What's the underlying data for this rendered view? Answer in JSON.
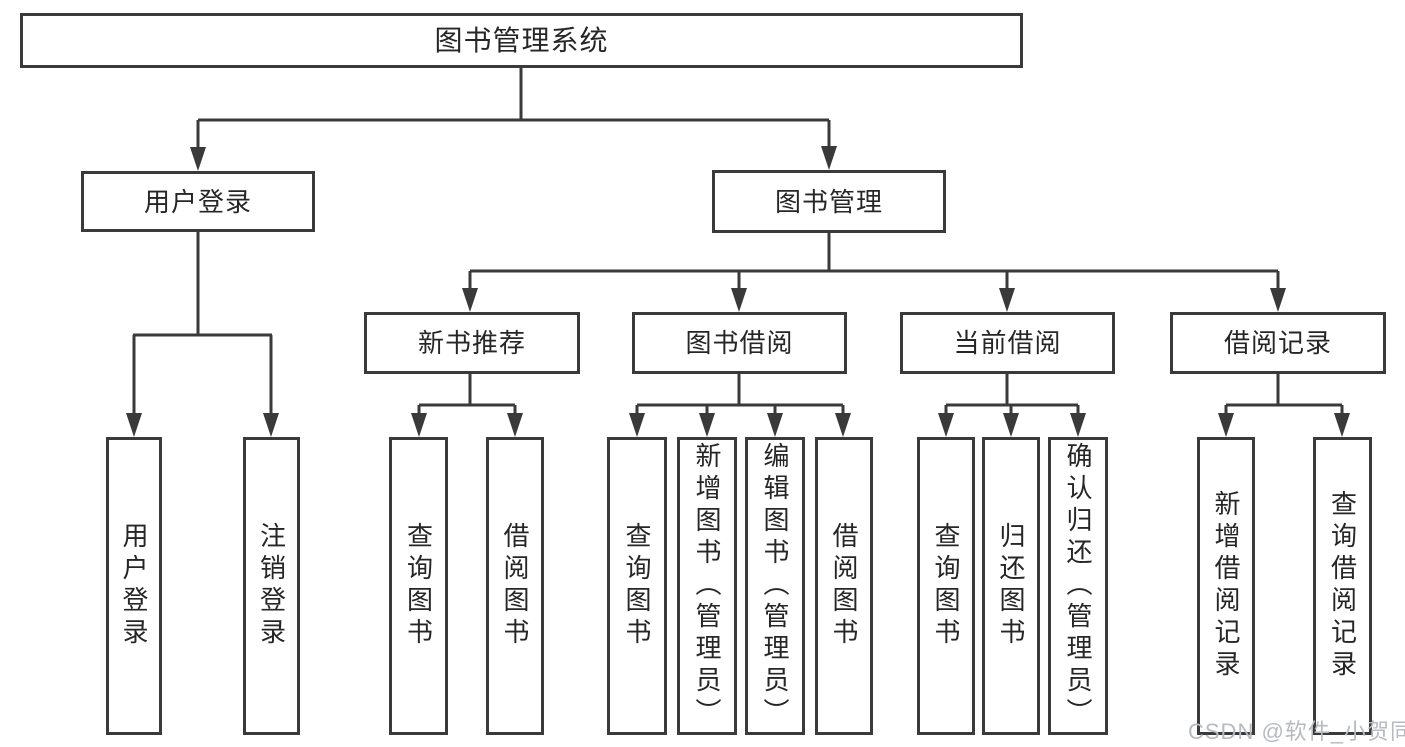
{
  "tree": {
    "label": "图书管理系统",
    "children": [
      {
        "label": "用户登录",
        "children": [
          {
            "label": "用户登录"
          },
          {
            "label": "注销登录"
          }
        ]
      },
      {
        "label": "图书管理",
        "children": [
          {
            "label": "新书推荐",
            "children": [
              {
                "label": "查询图书"
              },
              {
                "label": "借阅图书"
              }
            ]
          },
          {
            "label": "图书借阅",
            "children": [
              {
                "label": "查询图书"
              },
              {
                "label": "新增图书（管理员）"
              },
              {
                "label": "编辑图书（管理员）"
              },
              {
                "label": "借阅图书"
              }
            ]
          },
          {
            "label": "当前借阅",
            "children": [
              {
                "label": "查询图书"
              },
              {
                "label": "归还图书"
              },
              {
                "label": "确认归还（管理员）"
              }
            ]
          },
          {
            "label": "借阅记录",
            "children": [
              {
                "label": "新增借阅记录"
              },
              {
                "label": "查询借阅记录"
              }
            ]
          }
        ]
      }
    ]
  },
  "watermark": "CSDN @软件_小贺同学",
  "colors": {
    "line": "#3a3a3a",
    "text": "#262626",
    "watermark": "#b6bac1",
    "background": "#ffffff"
  }
}
